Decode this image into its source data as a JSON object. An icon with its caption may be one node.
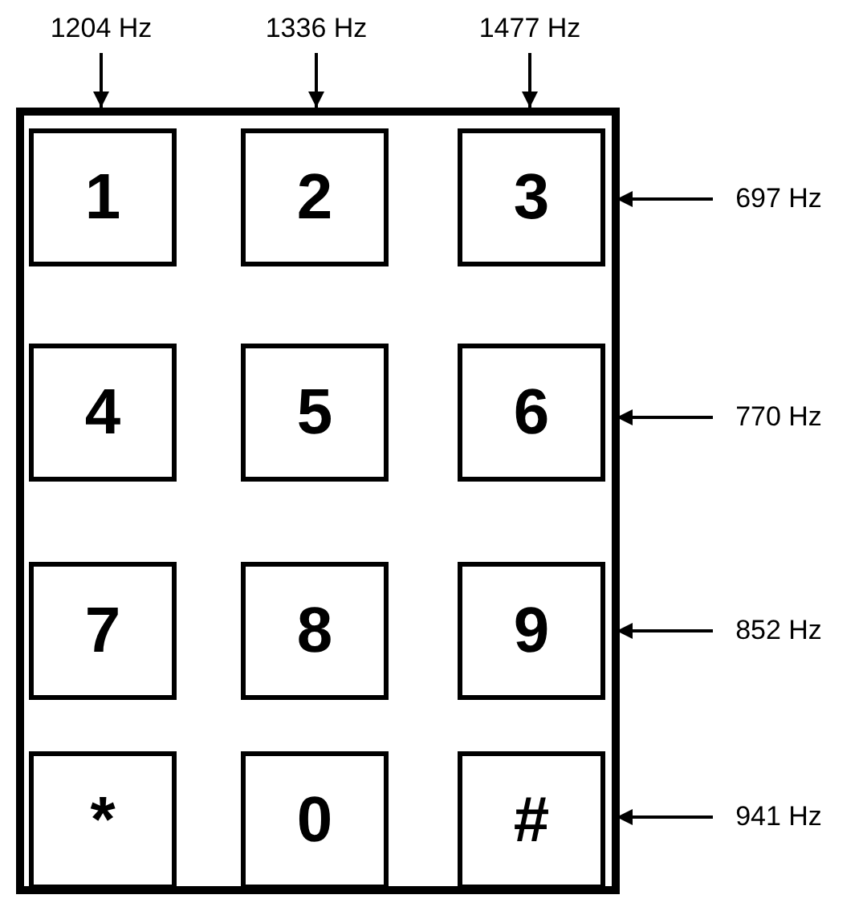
{
  "diagram": {
    "nodes": [
      {
        "text": [
          "1204 Hz"
        ]
      },
      {
        "text": [
          "1336 Hz"
        ]
      },
      {
        "text": [
          "1477 Hz"
        ]
      },
      {
        "text": [],
        "shape": "box"
      },
      {
        "text": [
          "1"
        ],
        "in": 3
      },
      {
        "text": [
          "2"
        ],
        "in": 3
      },
      {
        "text": [
          "3"
        ],
        "in": 3
      },
      {
        "text": [
          "4"
        ],
        "in": 3
      },
      {
        "text": [
          "5"
        ],
        "in": 3
      },
      {
        "text": [
          "6"
        ],
        "in": 3
      },
      {
        "text": [
          "7"
        ],
        "in": 3
      },
      {
        "text": [
          "8"
        ],
        "in": 3
      },
      {
        "text": [
          "9"
        ],
        "in": 3
      },
      {
        "text": [
          "*"
        ],
        "in": 3
      },
      {
        "text": [
          "0"
        ],
        "in": 3
      },
      {
        "text": [
          "#"
        ],
        "in": 3
      },
      {
        "text": [
          "697 Hz"
        ]
      },
      {
        "text": [
          "770 Hz"
        ]
      },
      {
        "text": [
          "852 Hz"
        ]
      },
      {
        "text": [
          "941 Hz"
        ]
      }
    ],
    "edges": [
      {
        "from": 0,
        "to": 3,
        "arrow": "to"
      },
      {
        "from": 1,
        "to": 3,
        "arrow": "to"
      },
      {
        "from": 2,
        "to": 3,
        "arrow": "to"
      },
      {
        "from": 16,
        "to": 3,
        "arrow": "to"
      },
      {
        "from": 17,
        "to": 3,
        "arrow": "to"
      },
      {
        "from": 18,
        "to": 3,
        "arrow": "to"
      },
      {
        "from": 19,
        "to": 3,
        "arrow": "to"
      }
    ]
  }
}
